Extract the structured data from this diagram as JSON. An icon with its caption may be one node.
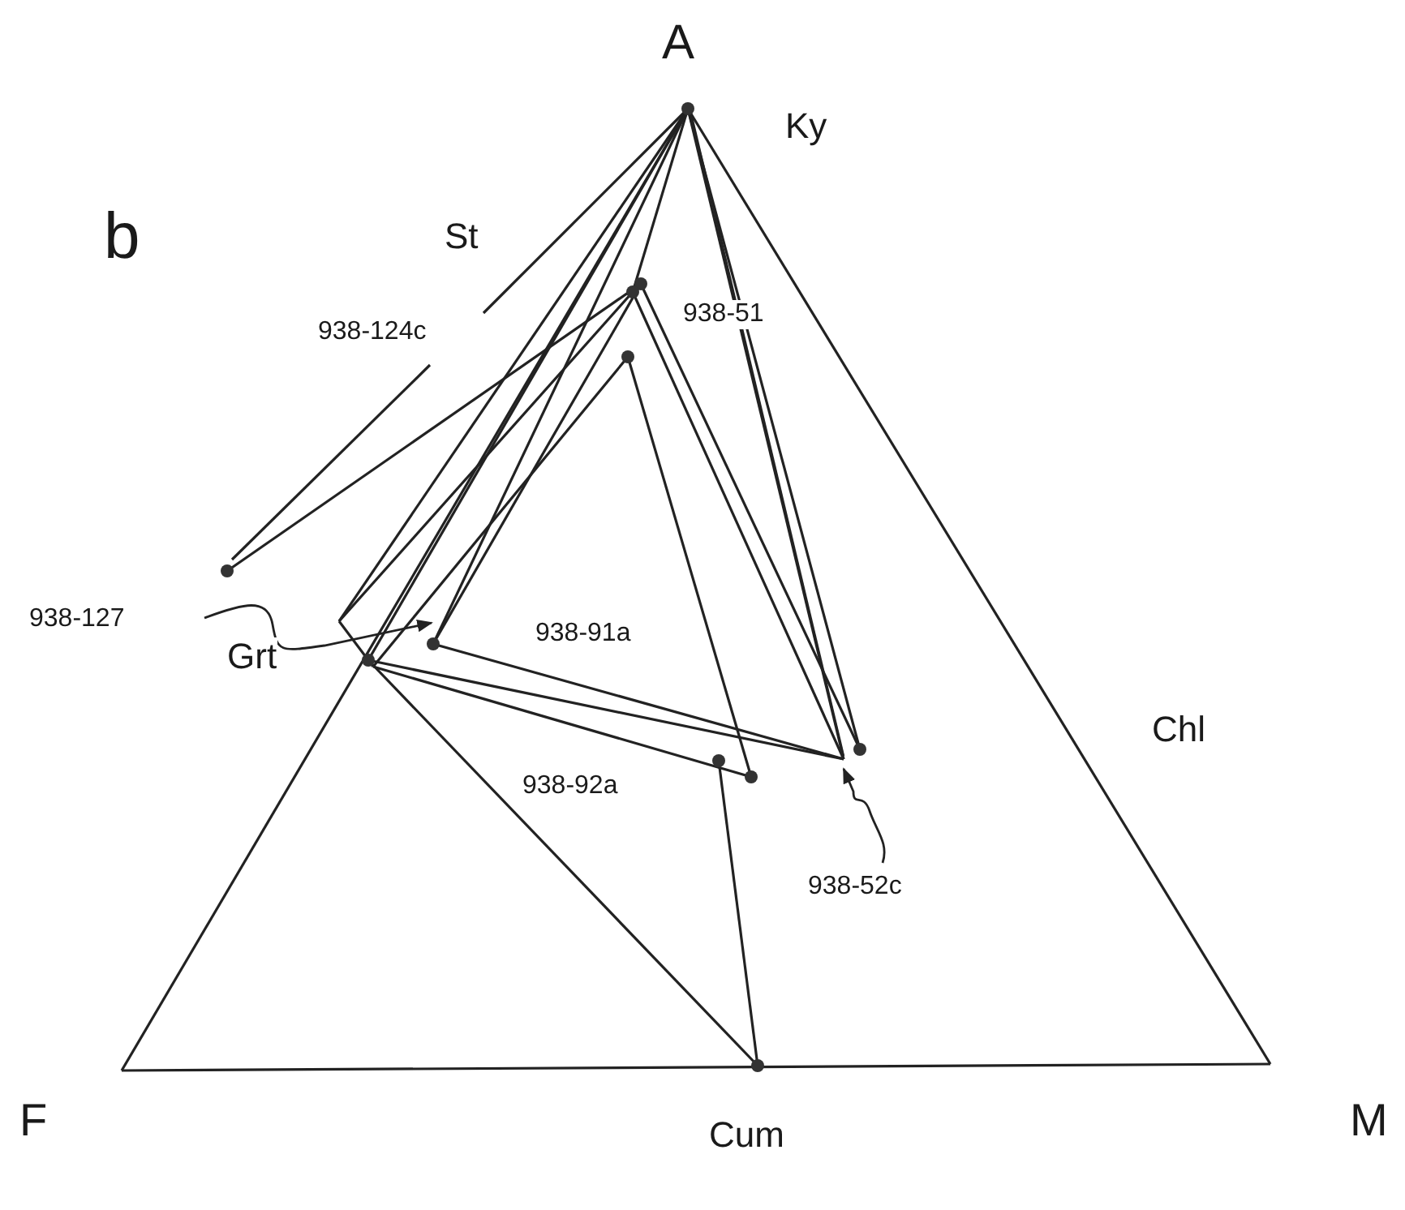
{
  "diagram": {
    "nodes": [
      {
        "text": [
          "938-127"
        ]
      },
      {
        "text": [
          "938-52c"
        ]
      }
    ],
    "edges": [
      {
        "from": 0,
        "to": null,
        "arrow": "to"
      },
      {
        "from": 1,
        "to": null,
        "arrow": "to"
      }
    ],
    "labels": [
      "A",
      "Ky",
      "b",
      "St",
      "938-124c",
      "938-51",
      "938-91a",
      "Grt",
      "938-92a",
      "Chl",
      "F",
      "Cum",
      "M"
    ]
  }
}
